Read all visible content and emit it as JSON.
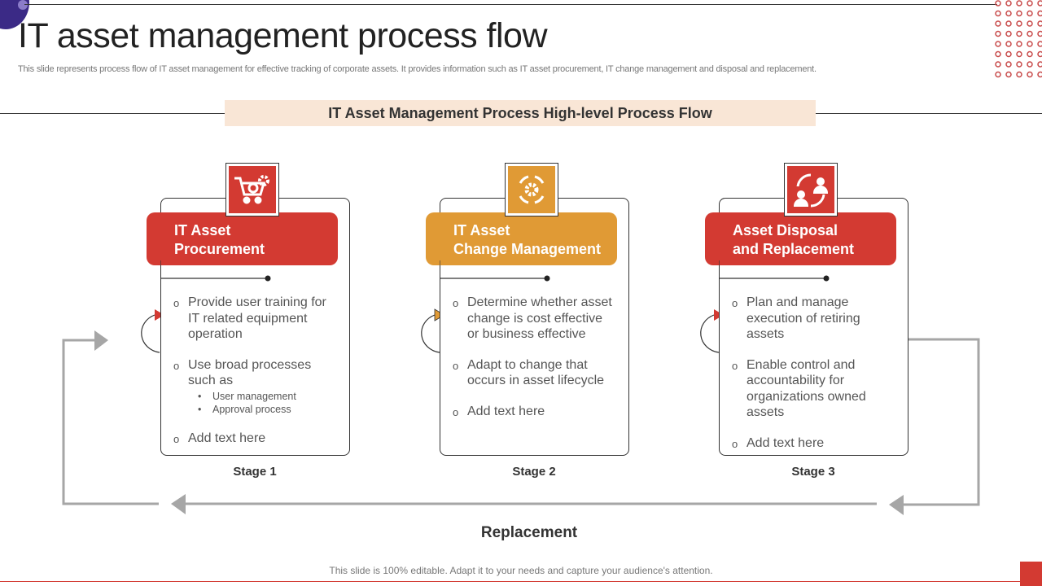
{
  "title": "IT asset management process flow",
  "subtitle": "This slide represents process flow of IT  asset management for effective tracking of corporate assets. It provides information such as IT asset procurement, IT change management and disposal and replacement.",
  "banner": "IT Asset Management Process High-level Process Flow",
  "colors": {
    "red": "#d33a32",
    "orange": "#e09a35",
    "banner": "#f9e6d6",
    "gray": "#a6a6a6"
  },
  "stages": [
    {
      "label": "Stage 1",
      "header1": "IT Asset",
      "header2": "Procurement",
      "icon": "cart-gear-icon",
      "items": [
        "Provide user training for IT related equipment operation",
        "Use broad processes such as",
        "Add text here"
      ],
      "subitems": [
        "User management",
        "Approval  process"
      ]
    },
    {
      "label": "Stage 2",
      "header1": "IT Asset",
      "header2": "Change Management",
      "icon": "gear-cycle-icon",
      "items": [
        "Determine whether asset change is cost effective or business effective",
        "Adapt to change that occurs in asset lifecycle",
        "Add text here"
      ]
    },
    {
      "label": "Stage 3",
      "header1": "Asset Disposal",
      "header2": "and Replacement",
      "icon": "people-exchange-icon",
      "items": [
        "Plan and manage execution of retiring assets",
        "Enable control and accountability for organizations owned assets",
        "Add text here"
      ]
    }
  ],
  "replacement": "Replacement",
  "footer": "This slide is 100% editable. Adapt it to your needs and capture your audience's attention."
}
